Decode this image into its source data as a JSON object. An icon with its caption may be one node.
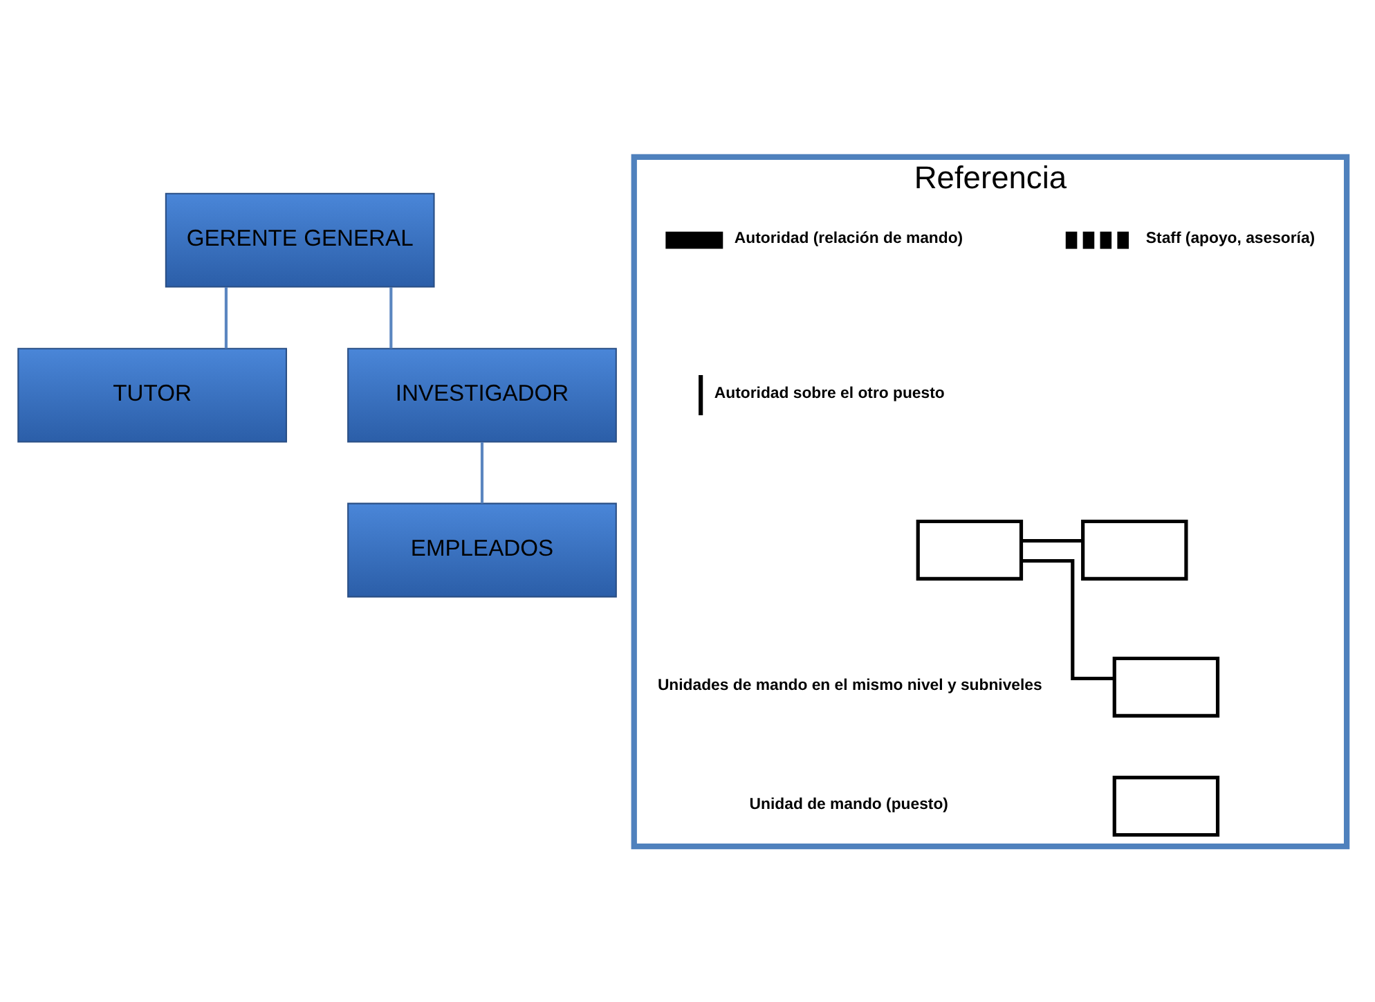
{
  "diagram": {
    "nodes": [
      {
        "text": [
          "GERENTE GENERAL"
        ]
      },
      {
        "text": [
          "TUTOR"
        ]
      },
      {
        "text": [
          "INVESTIGADOR"
        ]
      },
      {
        "text": [
          "EMPLEADOS"
        ]
      },
      {
        "text": [
          "Referencia"
        ]
      },
      {
        "text": [],
        "shape": "box",
        "in": 4
      },
      {
        "text": [],
        "shape": "box",
        "in": 4
      },
      {
        "text": [],
        "shape": "box",
        "in": 4
      },
      {
        "text": [],
        "shape": "box",
        "in": 4
      }
    ],
    "edges": [
      {
        "from": 0,
        "to": 1,
        "arrow": "none"
      },
      {
        "from": 0,
        "to": 2,
        "arrow": "none"
      },
      {
        "from": 2,
        "to": 3,
        "arrow": "none"
      },
      {
        "from": 5,
        "to": 6,
        "arrow": "none",
        "color": "#000000"
      },
      {
        "from": 5,
        "to": 7,
        "arrow": "none",
        "color": "#000000"
      }
    ],
    "labels": [
      "Unidades de mando en el mismo nivel y subniveles",
      "Unidad de mando (puesto)"
    ],
    "legend": [
      {
        "text": "Autoridad (relación de mando)"
      },
      {
        "text": "Staff (apoyo, asesoría)"
      },
      {
        "text": "Autoridad sobre el otro puesto"
      }
    ]
  }
}
